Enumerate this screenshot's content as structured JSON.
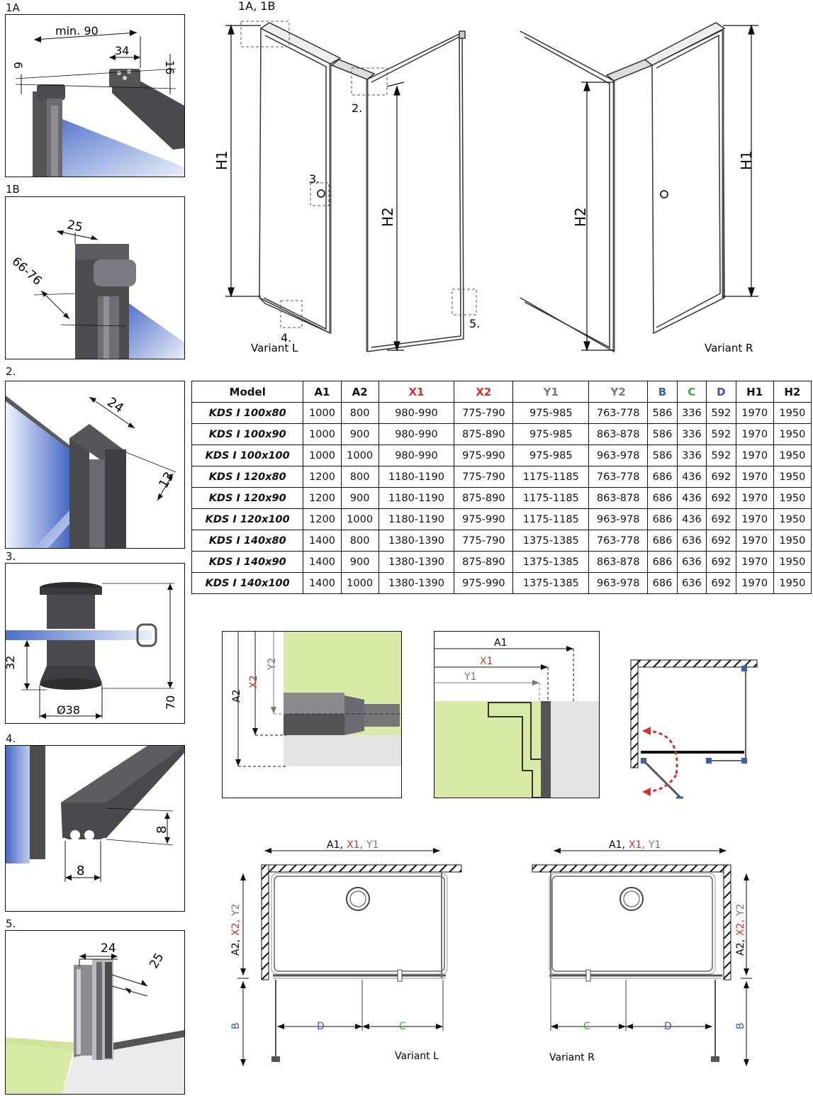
{
  "detail_labels": {
    "d1a": "1A",
    "d1b": "1B",
    "d2": "2.",
    "d3": "3.",
    "d4": "4.",
    "d5": "5."
  },
  "details": {
    "d1a": {
      "dim_min90": "min. 90",
      "dim_34": "34",
      "dim_16": "16",
      "dim_6": "6"
    },
    "d1b": {
      "dim_25": "25",
      "dim_6676": "66-76"
    },
    "d2": {
      "dim_24": "24",
      "dim_13": "13"
    },
    "d3": {
      "dim_32": "32",
      "dim_38": "Ø38",
      "dim_70": "70"
    },
    "d4": {
      "dim_8v": "8",
      "dim_8h": "8"
    },
    "d5": {
      "dim_24": "24",
      "dim_25": "25"
    }
  },
  "views_3d": {
    "callout_1a1b": "1A, 1B",
    "callout_2": "2.",
    "callout_3": "3.",
    "callout_4": "4.",
    "callout_5": "5.",
    "h1": "H1",
    "h2": "H2",
    "variant_l": "Variant L",
    "variant_r": "Variant R"
  },
  "table": {
    "headers": [
      "Model",
      "A1",
      "A2",
      "X1",
      "X2",
      "Y1",
      "Y2",
      "B",
      "C",
      "D",
      "H1",
      "H2"
    ],
    "rows": [
      [
        "KDS I 100x80",
        "1000",
        "800",
        "980-990",
        "775-790",
        "975-985",
        "763-778",
        "586",
        "336",
        "592",
        "1970",
        "1950"
      ],
      [
        "KDS I 100x90",
        "1000",
        "900",
        "980-990",
        "875-890",
        "975-985",
        "863-878",
        "586",
        "336",
        "592",
        "1970",
        "1950"
      ],
      [
        "KDS I 100x100",
        "1000",
        "1000",
        "980-990",
        "975-990",
        "975-985",
        "963-978",
        "586",
        "336",
        "592",
        "1970",
        "1950"
      ],
      [
        "KDS I 120x80",
        "1200",
        "800",
        "1180-1190",
        "775-790",
        "1175-1185",
        "763-778",
        "686",
        "436",
        "692",
        "1970",
        "1950"
      ],
      [
        "KDS I 120x90",
        "1200",
        "900",
        "1180-1190",
        "875-890",
        "1175-1185",
        "863-878",
        "686",
        "436",
        "692",
        "1970",
        "1950"
      ],
      [
        "KDS I 120x100",
        "1200",
        "1000",
        "1180-1190",
        "975-990",
        "1175-1185",
        "963-978",
        "686",
        "436",
        "692",
        "1970",
        "1950"
      ],
      [
        "KDS I 140x80",
        "1400",
        "800",
        "1380-1390",
        "775-790",
        "1375-1385",
        "763-778",
        "686",
        "636",
        "692",
        "1970",
        "1950"
      ],
      [
        "KDS I 140x90",
        "1400",
        "900",
        "1380-1390",
        "875-890",
        "1375-1385",
        "863-878",
        "686",
        "636",
        "692",
        "1970",
        "1950"
      ],
      [
        "KDS I 140x100",
        "1400",
        "1000",
        "1380-1390",
        "975-990",
        "1375-1385",
        "963-978",
        "686",
        "636",
        "692",
        "1970",
        "1950"
      ]
    ]
  },
  "section_a": {
    "a2": "A2",
    "x2": "X2",
    "y2": "Y2"
  },
  "section_b": {
    "a1": "A1",
    "x1": "X1",
    "y1": "Y1"
  },
  "plan": {
    "a1": "A1,",
    "x1": "X1,",
    "y1": "Y1",
    "a2": "A2,",
    "x2": "X2,",
    "y2": "Y2",
    "b": "B",
    "c": "C",
    "d": "D",
    "variant_l": "Variant L",
    "variant_r": "Variant R"
  },
  "colors": {
    "red": "#d4322c",
    "grey": "#777777",
    "blue": "#3f5fae",
    "green": "#3fa44a",
    "purple": "#5548a8",
    "floor": "#d9eaa6",
    "glass": "#6d8fd6",
    "profile": "#4b4b4e"
  }
}
